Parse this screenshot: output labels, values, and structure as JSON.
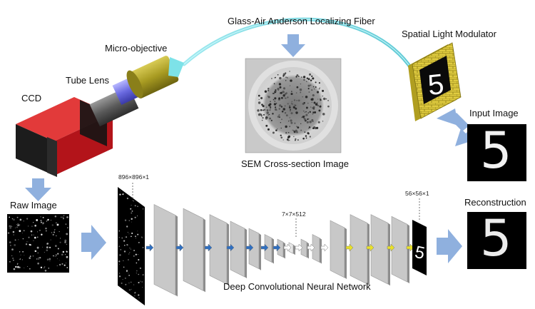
{
  "labels": {
    "fiber": "Glass-Air Anderson Localizing Fiber",
    "slm": "Spatial Light Modulator",
    "micro_objective": "Micro-objective",
    "tube_lens": "Tube Lens",
    "ccd": "CCD",
    "sem": "SEM Cross-section Image",
    "input_image": "Input Image",
    "raw_image": "Raw Image",
    "reconstruction": "Reconstruction",
    "network": "Deep Convolutional Neural Network",
    "input_dim": "896×896×1",
    "bottleneck_dim": "7×7×512",
    "output_dim": "56×56×1"
  },
  "digit": "5",
  "colors": {
    "fiber": "#7fd8e0",
    "ccd_body": "#c8171c",
    "objective": "#b5a832",
    "lens_glow": "#7a7ae8",
    "slm_frame": "#d9c43a",
    "arrow_blue": "#8fb0de",
    "encoder_arrow": "#2f6fc0",
    "decoder_arrow": "#e8e02a",
    "layer_gray": "#c4c4c4"
  }
}
